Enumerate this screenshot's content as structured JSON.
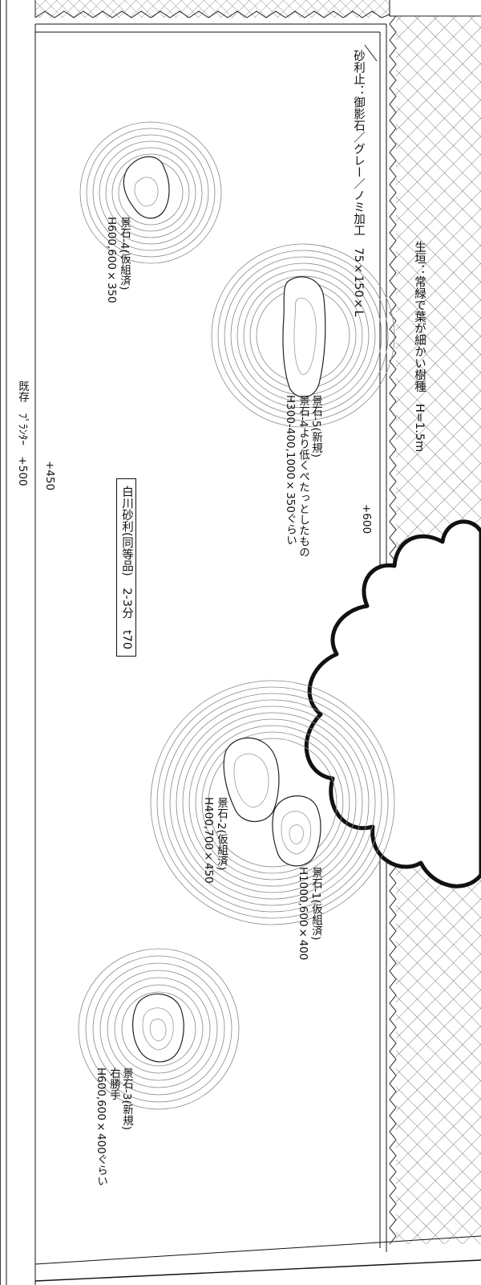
{
  "drawing": {
    "gravel_stop": "砂利止：御影石／グレー／ノミ加工　75×150×L",
    "hedge": "生垣：常緑で葉が細かい樹種　H=1.5m",
    "gravel_fill": "白川砂利(同等品)　2-3分　t70",
    "existing_planter": "既存　ﾌﾟﾗﾝﾀｰ　+500",
    "level_450": "+450",
    "level_600": "+600",
    "stones": [
      {
        "name": "景石-4(仮組済)",
        "spec": "H600,600×350"
      },
      {
        "name": "景石-5(新規)",
        "note": "景石-4より低くぺたっとしたもの",
        "spec": "H300-400,1000×350ぐらい"
      },
      {
        "name": "景石-1(仮組済)",
        "spec": "H1000,600×400"
      },
      {
        "name": "景石-2(仮組済)",
        "spec": "H400,700×450"
      },
      {
        "name": "景石-3(新規)",
        "note": "右勝手",
        "spec": "H600,600×400ぐらい"
      }
    ]
  }
}
